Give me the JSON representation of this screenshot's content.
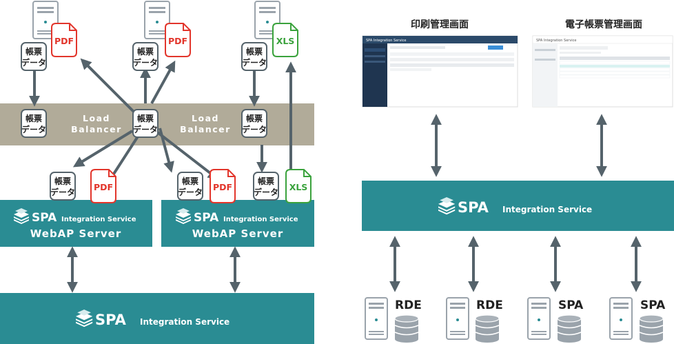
{
  "load_balancer": {
    "line1": "Load",
    "line2": "Balancer"
  },
  "doc_label": {
    "line1": "帳票",
    "line2": "データ"
  },
  "file_types": {
    "pdf": "PDF",
    "xls": "XLS"
  },
  "spa": {
    "brand": "SPA",
    "product": "Integration Service"
  },
  "webap_label": "WebAP Server",
  "screens": {
    "print": {
      "title": "印刷管理画面",
      "app_title": "SPA Integration Service"
    },
    "ebook": {
      "title": "電子帳票管理画面",
      "app_title": "SPA Integration Service"
    }
  },
  "storage": [
    "RDE",
    "RDE",
    "SPA",
    "SPA"
  ],
  "colors": {
    "teal": "#2a8c93",
    "lb": "#b1ab99",
    "arrow": "#55636b",
    "pdf": "#e2352b",
    "xls": "#3aa23c",
    "server": "#9aa3ab"
  }
}
